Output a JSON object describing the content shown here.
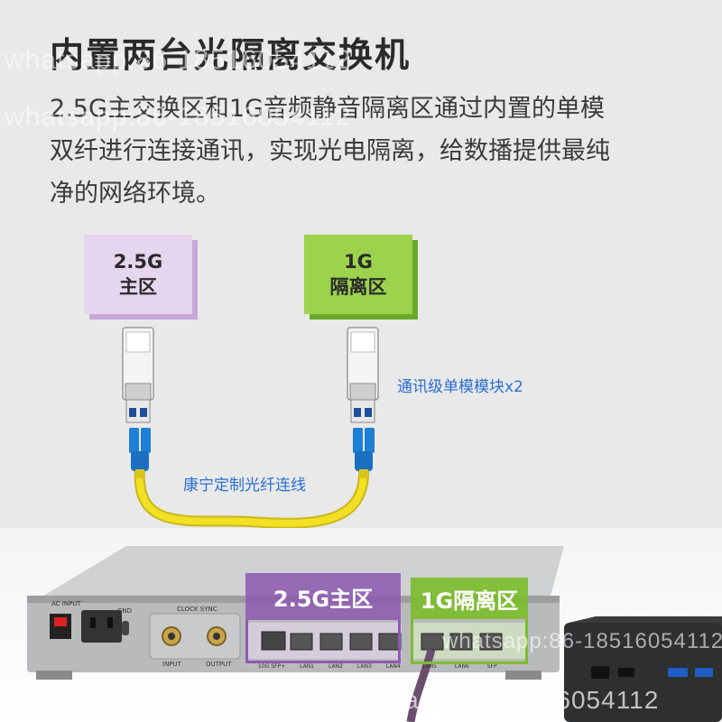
{
  "heading": "内置两台光隔离交换机",
  "description": {
    "line1": "2.5G主交换区和1G音频静音隔离区通过内置的单模",
    "line2": "双纤进行连接通讯，实现光电隔离，给数播提供最纯",
    "line3": "净的网络环境。"
  },
  "diagram": {
    "main_zone": {
      "line1": "2.5G",
      "line2": "主区",
      "color": "#d9c4e6"
    },
    "isolation_zone": {
      "line1": "1G",
      "line2": "隔离区",
      "color": "#8cc63f"
    },
    "module_label": "通讯级单模模块x2",
    "fiber_label": "康宁定制光纤连线",
    "fiber_color": "#f2e024",
    "connector_color": "#1e7fd6"
  },
  "device": {
    "main_zone_tag": "2.5G主区",
    "isolation_zone_tag": "1G隔离区",
    "main_tag_color": "#8e5bb0",
    "iso_tag_color": "#7dbd2e",
    "power_label": "AC INPUT",
    "clock_label": "CLOCK SYNC",
    "input_label": "INPUT",
    "output_label": "OUTPUT",
    "ground_label": "GND",
    "port_labels": [
      "10G SFP+",
      "LAN1",
      "LAN2",
      "LAN3",
      "LAN4"
    ],
    "iso_port_labels": [
      "LAN5",
      "LAN6",
      "SFP"
    ]
  },
  "watermarks": {
    "top": "whatsapp:86-18516054112",
    "mid": "whatsapp:86-18516054112",
    "device": "whatsapp:86-18516054112",
    "bottom": "whatsapp:86-18516054112"
  }
}
